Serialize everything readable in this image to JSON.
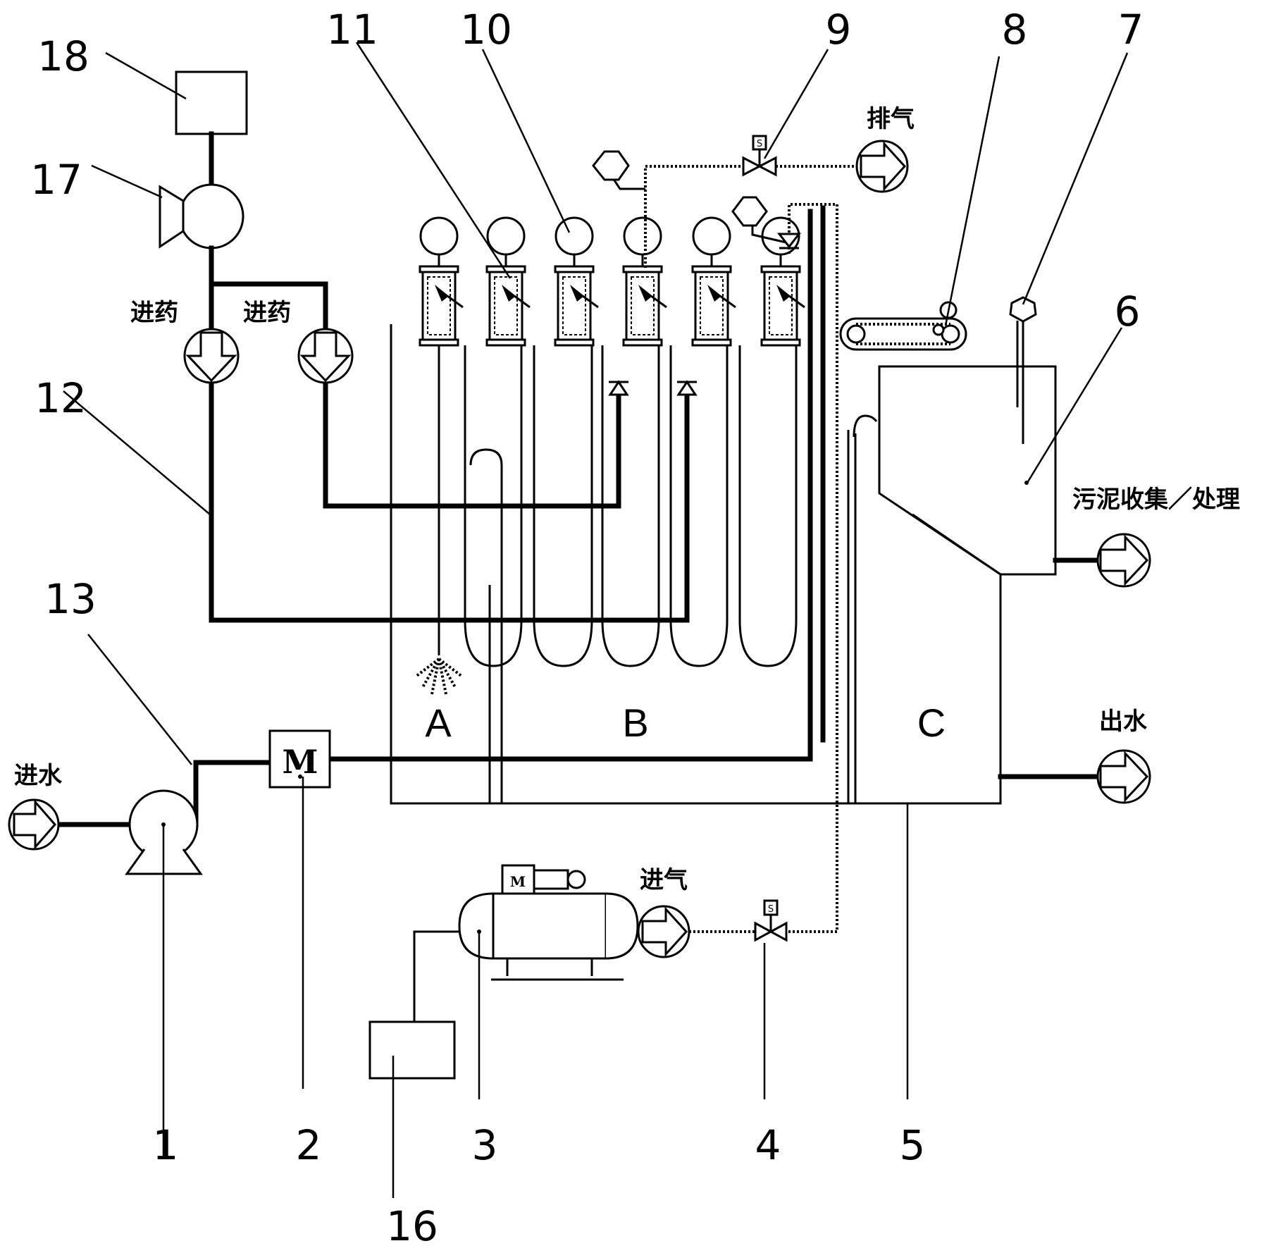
{
  "labels": {
    "n1": "1",
    "n2": "2",
    "n3": "3",
    "n4": "4",
    "n5": "5",
    "n6": "6",
    "n7": "7",
    "n8": "8",
    "n9": "9",
    "n10": "10",
    "n11": "11",
    "n12": "12",
    "n13": "13",
    "n16": "16",
    "n17": "17",
    "n18": "18"
  },
  "zones": {
    "a": "A",
    "b": "B",
    "c": "C"
  },
  "text": {
    "dosing_in_1": "进药",
    "dosing_in_2": "进药",
    "exhaust": "排气",
    "sludge": "污泥收集／处理",
    "water_out": "出水",
    "water_in": "进水",
    "air_in": "进气",
    "mixer_m": "M",
    "compressor_m": "M",
    "valve_s1": "S",
    "valve_s2": "S"
  }
}
